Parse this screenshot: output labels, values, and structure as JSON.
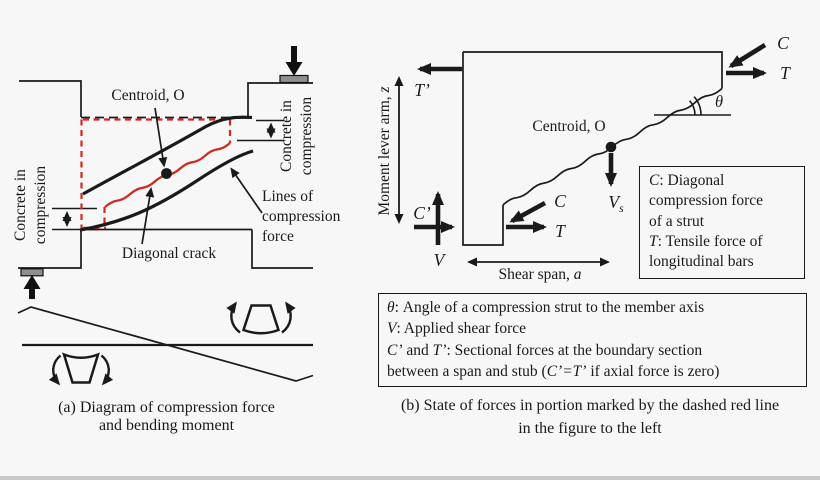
{
  "colors": {
    "red": "#cf2b24",
    "ink": "#1a1a1a",
    "plate_gray": "#8f8f8f"
  },
  "panelA": {
    "caption1": "(a) Diagram of compression force",
    "caption2": "and bending moment",
    "centroid": "Centroid, O",
    "linesOfCompression": "Lines of compression force",
    "diagonalCrack": "Diagonal crack",
    "concreteLine1": "Concrete in",
    "concreteLine2": "compression"
  },
  "panelB": {
    "caption1": "(b) State of forces in portion marked by the dashed red line",
    "caption2": "in the figure to the left",
    "momentArmText": "Moment lever arm, ",
    "momentArmVar": "z",
    "tPrime": "T’",
    "cTop": "C",
    "tTop": "T",
    "theta": "θ",
    "centroid": "Centroid, O",
    "vsVar": "V",
    "vsSub": "s",
    "cMid": "C",
    "tMid": "T",
    "cPrime": "C’",
    "v": "V",
    "shearSpanText": "Shear span, ",
    "shearSpanVar": "a",
    "legend": {
      "l1v": "C",
      "l1r": ": Diagonal",
      "l2": "compression force",
      "l3": "of a strut",
      "l4v": "T",
      "l4r": ": Tensile force of",
      "l5": "longitudinal bars"
    },
    "notes": {
      "n1v": "θ",
      "n1r": ": Angle of a compression strut to the member axis",
      "n2v": "V",
      "n2r": ": Applied shear force",
      "n3v1": "C’",
      "n3m1": " and ",
      "n3v2": "T’",
      "n3m2": ": Sectional forces at the boundary section",
      "n4m1": "between a span and stub (",
      "n4v1": "C’=T’",
      "n4m2": " if axial force is zero)"
    }
  }
}
